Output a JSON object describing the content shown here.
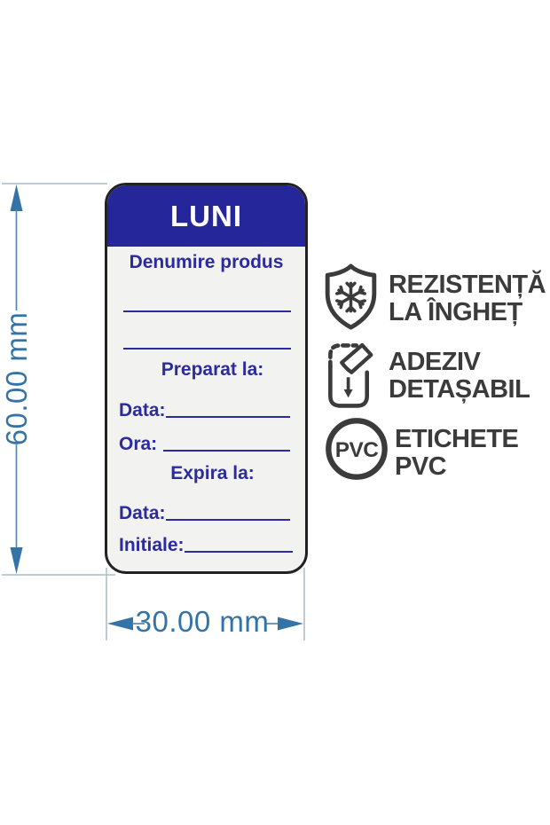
{
  "sticker": {
    "day": "LUNI",
    "product_heading": "Denumire produs",
    "prepared_heading": "Preparat la:",
    "expired_heading": "Expira la:",
    "field_data_1": "Data:",
    "field_ora": "Ora:",
    "field_data_2": "Data:",
    "field_initiale": "Initiale:",
    "header_color": "#26269B",
    "text_color": "#2B2B9E",
    "background_color": "#F2F2F0",
    "border_color": "#222222"
  },
  "dimensions": {
    "height_label": "60.00 mm",
    "width_label": "30.00 mm",
    "accent_color": "#3473A6",
    "extension_line_color": "#BCCDD6"
  },
  "features": [
    {
      "icon": "frost-shield-icon",
      "line1": "REZISTENȚĂ",
      "line2": "LA ÎNGHEȚ"
    },
    {
      "icon": "peel-label-icon",
      "line1": "ADEZIV",
      "line2": "DETAȘABIL"
    },
    {
      "icon": "pvc-circle-icon",
      "line1": "ETICHETE",
      "line2": "PVC",
      "badge": "PVC"
    }
  ]
}
